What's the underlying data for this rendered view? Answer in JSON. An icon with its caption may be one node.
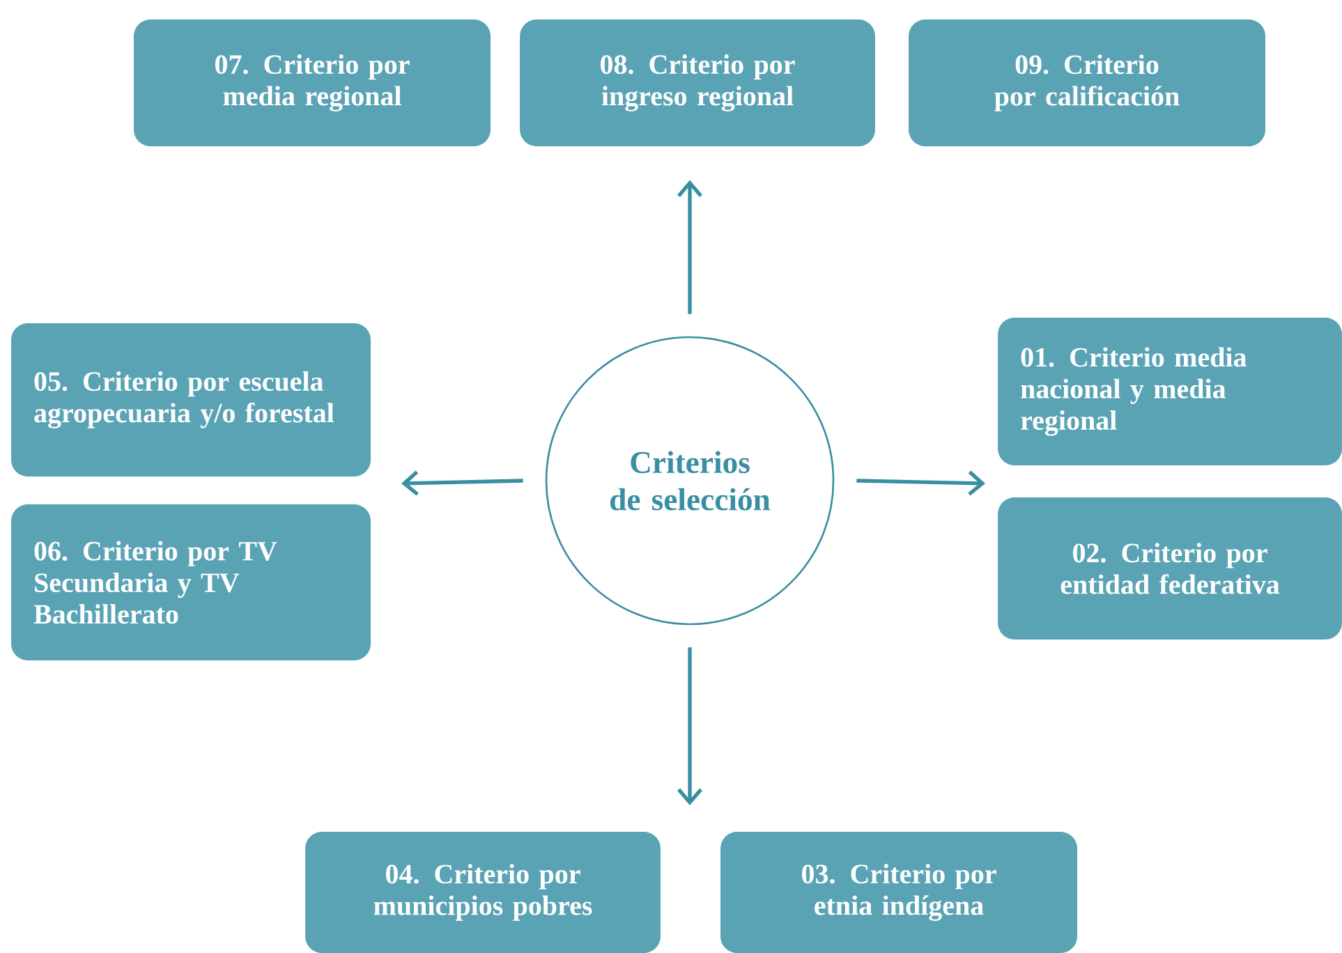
{
  "diagram": {
    "nodes": [
      {
        "text": [
          "07. Criterio por media regional"
        ]
      },
      {
        "text": [
          "08. Criterio por ingreso regional"
        ]
      },
      {
        "text": [
          "09. Criterio por calificación"
        ]
      },
      {
        "text": [
          "05. Criterio por escuela agropecuaria y/o forestal"
        ]
      },
      {
        "text": [
          "01. Criterio media nacional y media regional"
        ]
      },
      {
        "text": [
          "Criterios de selección"
        ]
      },
      {
        "text": [
          "06. Criterio por TV Secundaria y TV Bachillerato"
        ]
      },
      {
        "text": [
          "02. Criterio por entidad federativa"
        ]
      },
      {
        "text": [
          "04. Criterio por municipios pobres"
        ]
      },
      {
        "text": [
          "03. Criterio por etnia indígena"
        ]
      }
    ],
    "edges": [
      {
        "from": 5,
        "to": 1,
        "arrow": "to"
      },
      {
        "from": 5,
        "to": null,
        "arrow": "to"
      },
      {
        "from": 5,
        "to": null,
        "arrow": "to"
      },
      {
        "from": 5,
        "to": null,
        "arrow": "to"
      }
    ]
  }
}
